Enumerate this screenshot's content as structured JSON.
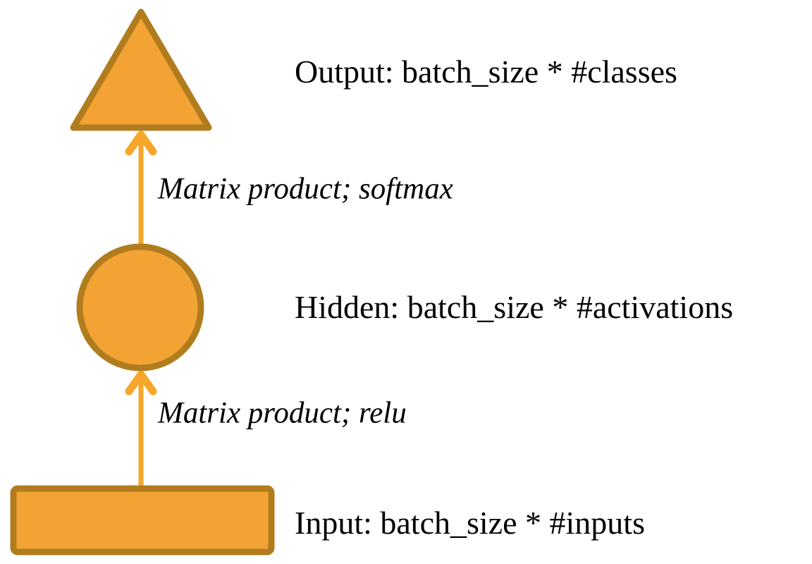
{
  "diagram": {
    "title": "feedforward-network-shapes",
    "nodes": [
      {
        "id": "output",
        "shape": "triangle",
        "label": "Output: batch_size * #classes"
      },
      {
        "id": "hidden",
        "shape": "circle",
        "label": "Hidden: batch_size * #activations"
      },
      {
        "id": "input",
        "shape": "rectangle",
        "label": "Input: batch_size * #inputs"
      }
    ],
    "edges": [
      {
        "from": "hidden",
        "to": "output",
        "label": "Matrix product; softmax"
      },
      {
        "from": "input",
        "to": "hidden",
        "label": "Matrix product; relu"
      }
    ]
  },
  "colors": {
    "shape_fill": "#F2A333",
    "shape_stroke": "#B17C1E",
    "arrow": "#F6A62B",
    "text": "#000000",
    "background": "#FFFFFF"
  }
}
